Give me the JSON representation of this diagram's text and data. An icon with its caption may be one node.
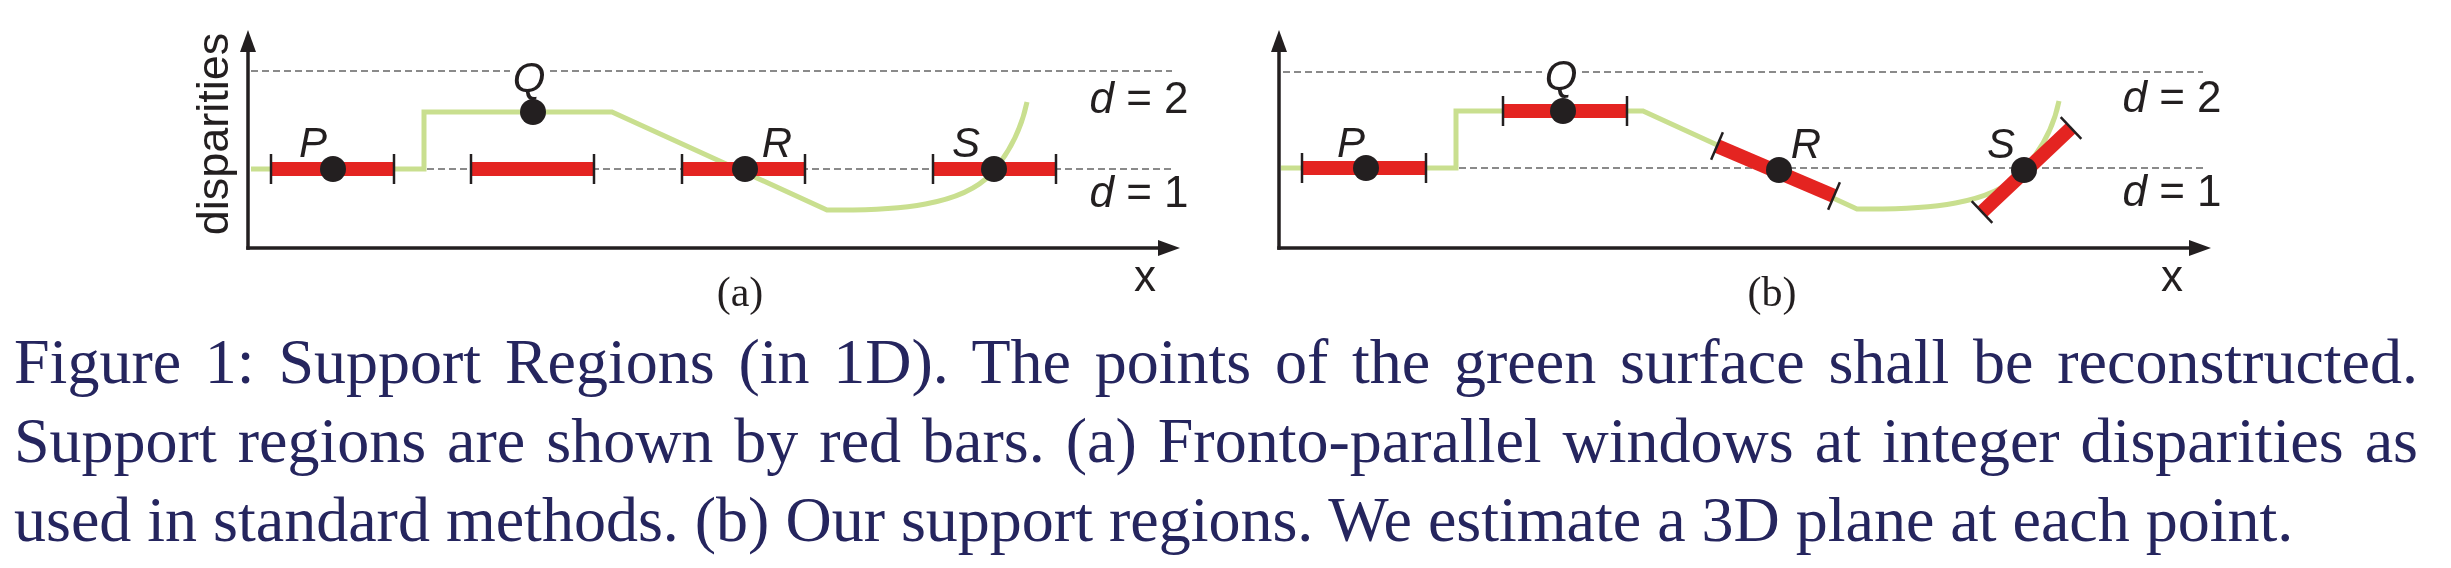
{
  "diagram": {
    "caption": "Figure 1: Support Regions (in 1D). The points of the green surface shall be reconstructed. Support regions are shown by red bars. (a) Fronto-parallel windows at integer disparities as used in standard methods. (b) Our support regions. We estimate a 3D plane at each point.",
    "labels": [
      "disparities",
      "Q",
      "*d* = 2",
      "P",
      "R",
      "S",
      "*d* = 1",
      "x",
      "(a)",
      "Q",
      "*d* = 2",
      "P",
      "R",
      "S",
      "*d* = 1",
      "x",
      "(b)"
    ]
  }
}
